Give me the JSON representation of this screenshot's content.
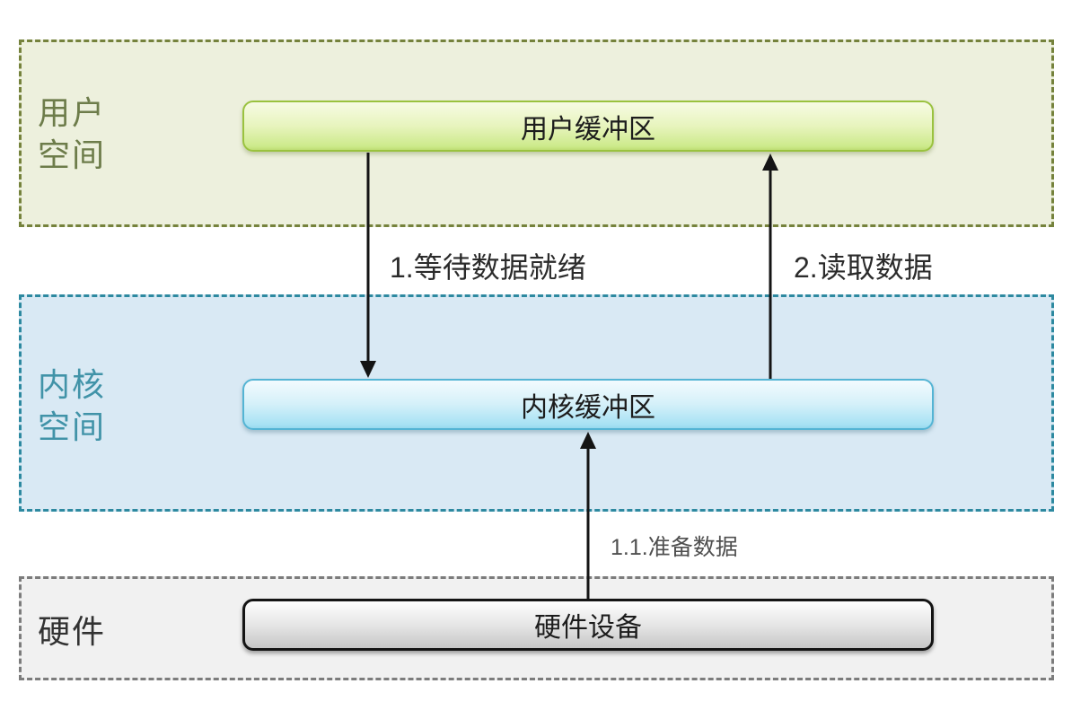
{
  "regions": {
    "user_space": {
      "label": "用户\n空间",
      "label_color": "#6d7c4a",
      "bg": "#edf0dd",
      "border_color": "#75823c"
    },
    "kernel_space": {
      "label": "内核\n空间",
      "label_color": "#4193a8",
      "bg": "#d9e9f4",
      "border_color": "#2d89a0"
    },
    "hardware": {
      "label": "硬件",
      "label_color": "#323232",
      "bg": "#f1f1f1",
      "border_color": "#7c7c7c"
    }
  },
  "nodes": {
    "user_buffer": {
      "label": "用户缓冲区",
      "fill_top": "#f7fbe4",
      "fill_bottom": "#cdea8c",
      "border_color": "#9ac23f"
    },
    "kernel_buffer": {
      "label": "内核缓冲区",
      "fill_top": "#f3fbfe",
      "fill_bottom": "#a8e2f4",
      "border_color": "#54b4d4"
    },
    "hardware_device": {
      "label": "硬件设备",
      "fill_top": "#fdfdfd",
      "fill_bottom": "#c6c6c6",
      "border_color": "#141414"
    }
  },
  "arrows": {
    "wait_data_ready": {
      "label": "1.等待数据就绪",
      "from": "用户缓冲区",
      "to": "内核缓冲区",
      "direction": "down"
    },
    "read_data": {
      "label": "2.读取数据",
      "from": "内核缓冲区",
      "to": "用户缓冲区",
      "direction": "up"
    },
    "prepare_data": {
      "label": "1.1.准备数据",
      "from": "硬件设备",
      "to": "内核缓冲区",
      "direction": "up"
    }
  }
}
